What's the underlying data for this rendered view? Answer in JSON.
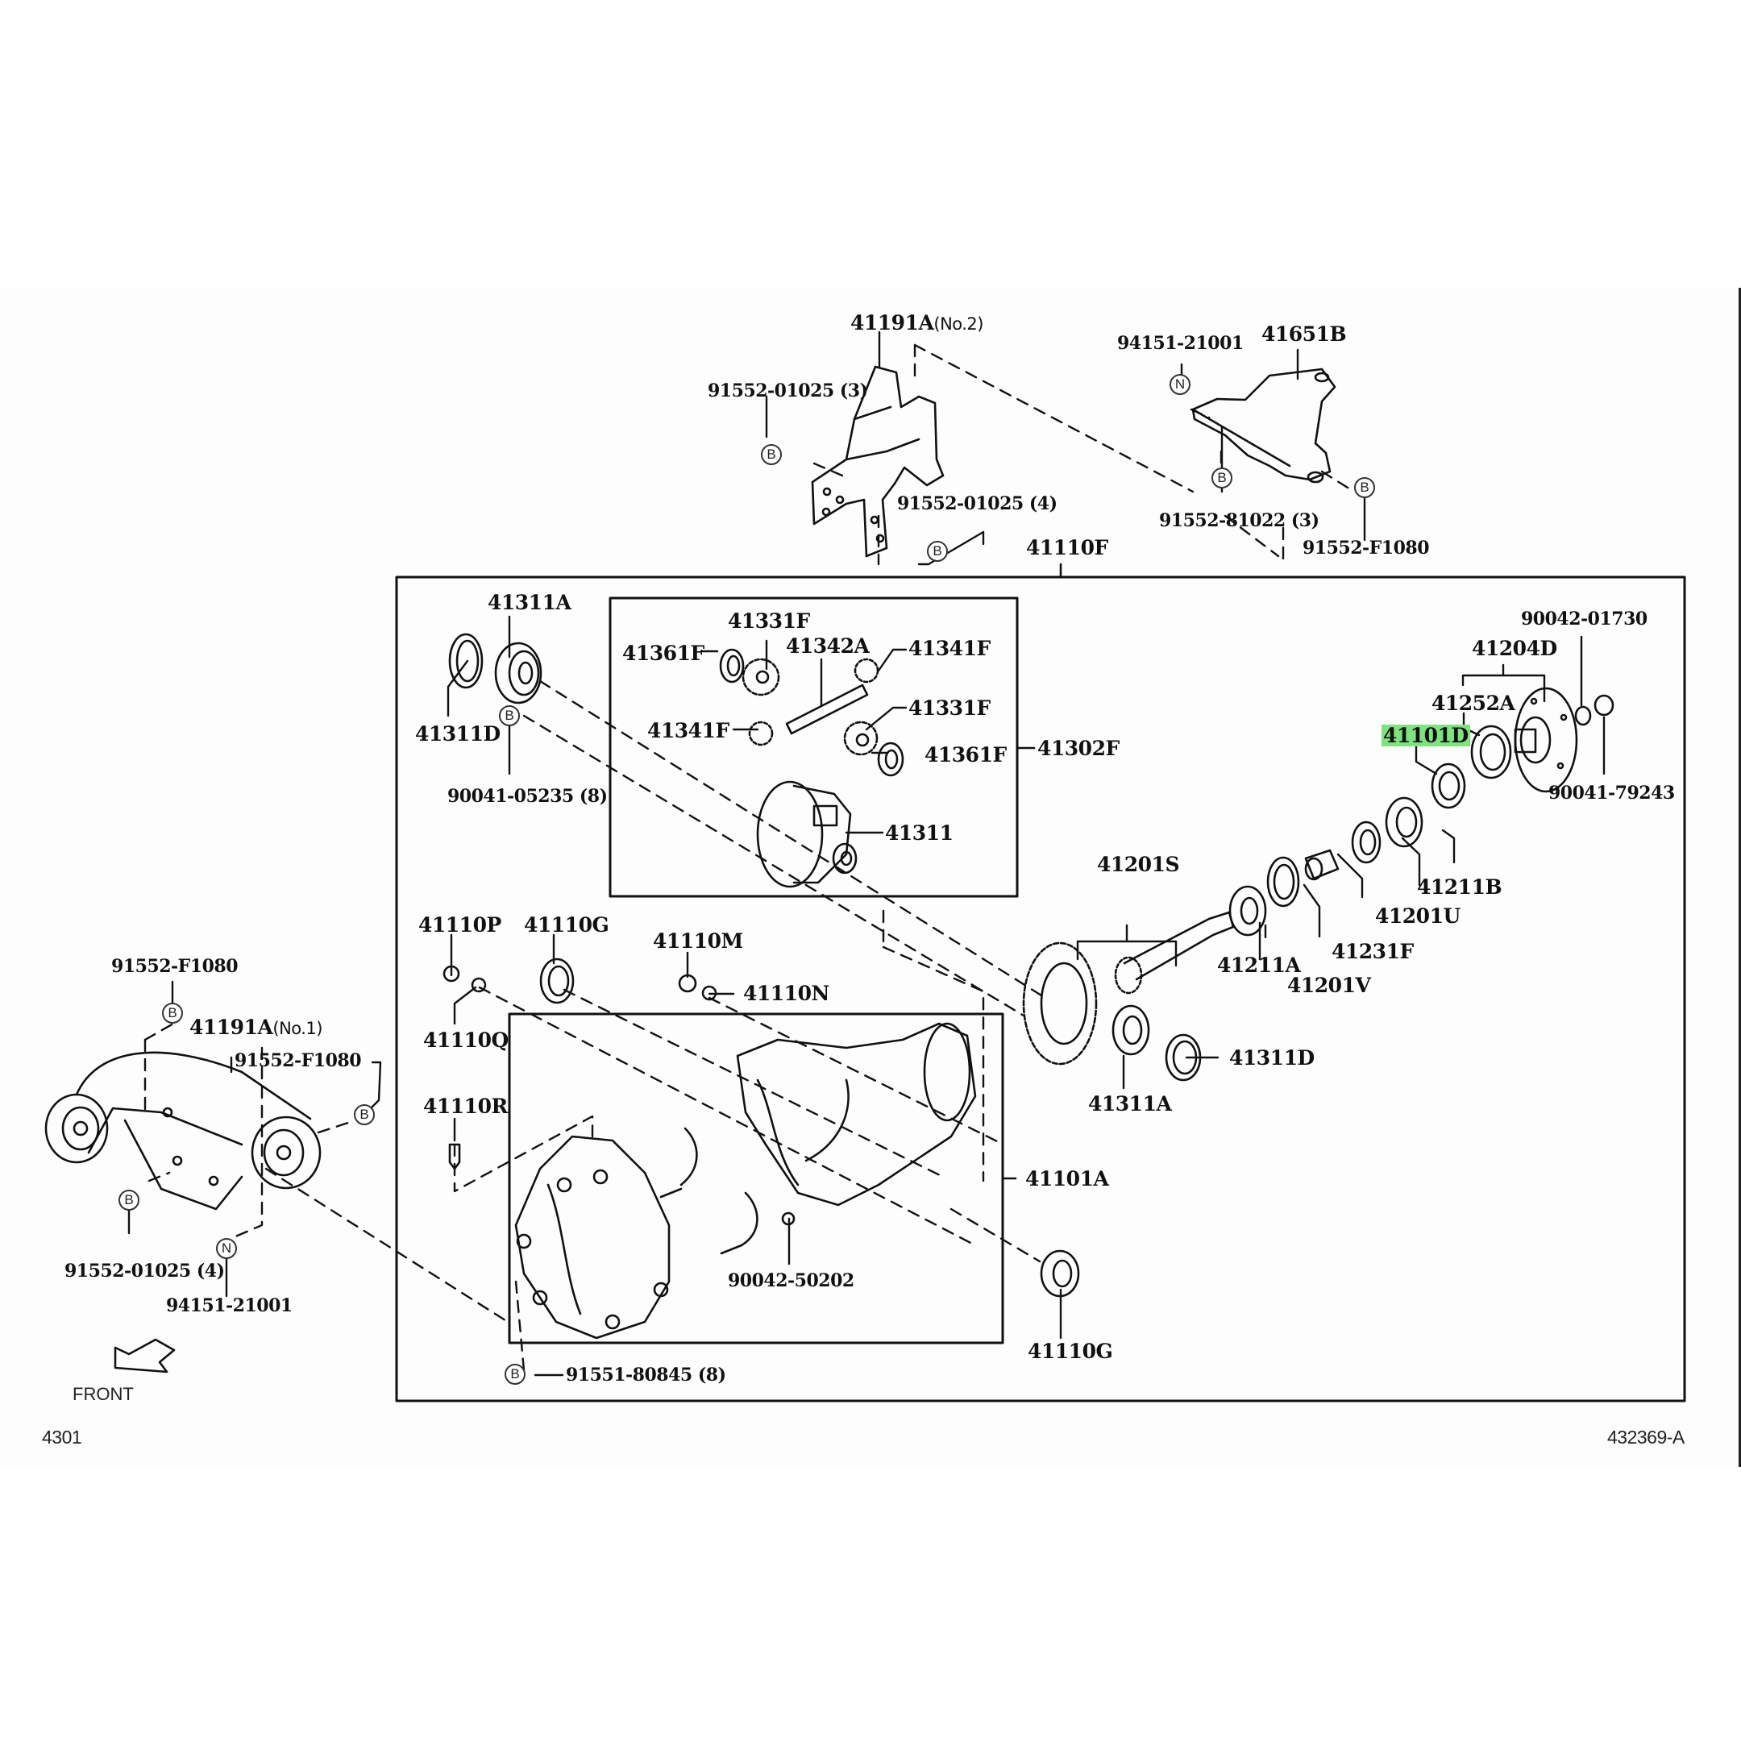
{
  "diagram": {
    "sheet_code": "4301",
    "illustration_code": "432369-A",
    "front_label": "FRONT",
    "highlight_color": "#7ee27e",
    "line_color": "#111111",
    "symbols": {
      "bolt": "B",
      "nut": "N"
    }
  },
  "labels": {
    "mount_no2": {
      "part": "41191A",
      "qualifier": "(No.2)"
    },
    "bolt_no2_left": "91552-01025 (3)",
    "bolt_no2_right": "91552-01025 (4)",
    "nut_top": "94151-21001",
    "bracket_41651b": "41651B",
    "bolt_81022": "91552-81022 (3)",
    "bolt_f1080_top": "91552-F1080",
    "carrier_41110f": "41110F",
    "bearing_41311a_top": "41311A",
    "seal_41311d_top": "41311D",
    "bolt_90041_05235": "90041-05235 (8)",
    "gear_41331f_top": "41331F",
    "washer_41361f_top": "41361F",
    "shaft_41342a": "41342A",
    "pinion_41341f_top": "41341F",
    "gear_41331f_mid": "41331F",
    "pinion_41341f_left": "41341F",
    "washer_41361f_mid": "41361F",
    "diff_case_41302f": "41302F",
    "diff_41311": "41311",
    "nut_90042_01730": "90042-01730",
    "flange_41204d": "41204D",
    "seal_41252a": "41252A",
    "seal_41101d": "41101D",
    "nut_90041_79243": "90041-79243",
    "bearing_41211b": "41211B",
    "spacer_41201u": "41201U",
    "ring_pinion_41201s": "41201S",
    "bearing_41211a": "41211A",
    "spacer_41231f": "41231F",
    "washer_41201v": "41201V",
    "seal_41311d_bot": "41311D",
    "bearing_41311a_bot": "41311A",
    "plug_41110p": "41110P",
    "seal_41110g_top": "41110G",
    "plug_41110m": "41110M",
    "gasket_41110n": "41110N",
    "gasket_41110q": "41110Q",
    "breather_41110r": "41110R",
    "carrier_41101a": "41101A",
    "pin_90042_50202": "90042-50202",
    "seal_41110g_bot": "41110G",
    "bolt_91551_80845": "91551-80845 (8)",
    "bolt_f1080_left_top": "91552-F1080",
    "mount_no1": {
      "part": "41191A",
      "qualifier": "(No.1)"
    },
    "bolt_f1080_left_right": "91552-F1080",
    "bolt_01025_left": "91552-01025 (4)",
    "nut_bottom": "94151-21001"
  }
}
